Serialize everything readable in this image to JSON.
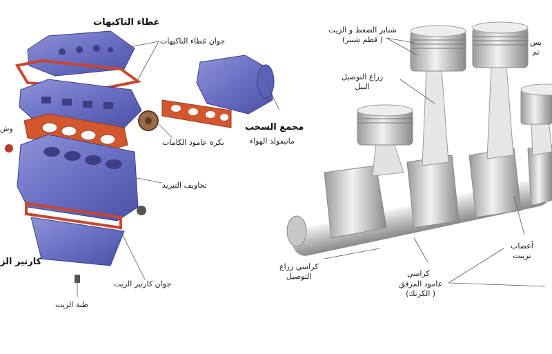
{
  "engine_diagram": {
    "title": "غطاء التاكيهات",
    "labels": {
      "cover_gasket": "جوان غطاء التاكيهات",
      "camshaft_pulley": "بكرة عامود الكامات",
      "intake_manifold_title": "مجمع السحب",
      "intake_manifold_sub": "مانيفولد الهواء",
      "cooling_passages": "تجاويف التبريد",
      "oil_pan": "كارتير الزيت",
      "oil_pan_gasket": "جوان كارتير الزيت",
      "oil_plug": "طبة الزيت",
      "left_partial_1": "وش",
      "left_partial_2": "كارتير الز"
    }
  },
  "crank_diagram": {
    "labels": {
      "piston_rings": "شنابر الضغط و الزيت\n( قطم شنبر)",
      "right_partial": "بس\nتم",
      "connecting_rod": "زراع التوصيل\nالبيل",
      "webs": "أعصاب\nتزييت",
      "rod_bearings": "كراسي زراع\nالتوصيل",
      "main_bearings": "كراسي",
      "crankshaft": "عامود المرفق\n( الكرنك)"
    }
  }
}
